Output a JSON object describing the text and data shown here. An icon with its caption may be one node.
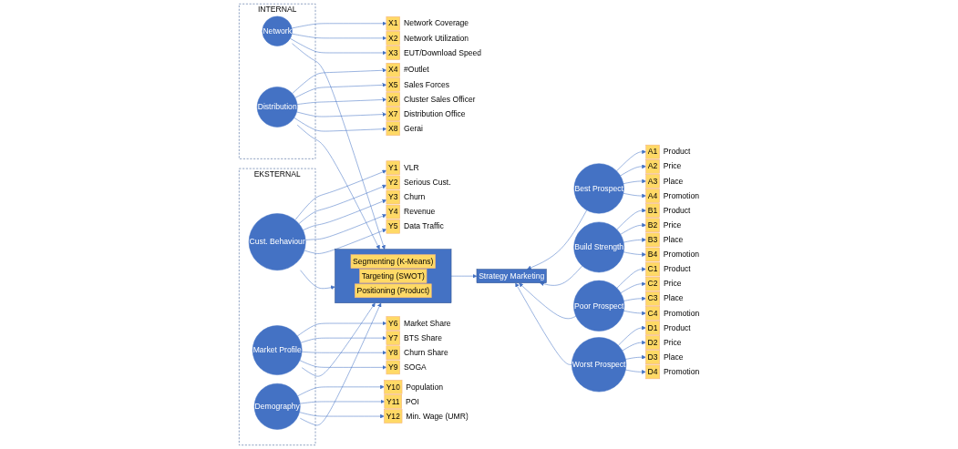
{
  "diagram": {
    "nodes": [
      {
        "text": [
          "X1"
        ],
        "beside": [
          "Network Coverage"
        ]
      },
      {
        "text": [
          "X2"
        ],
        "beside": [
          "Network Utilization"
        ]
      },
      {
        "text": [
          "X3"
        ],
        "beside": [
          "EUT/Download Speed"
        ]
      },
      {
        "text": [
          "X4"
        ],
        "beside": [
          "#Outlet"
        ]
      },
      {
        "text": [
          "X5"
        ],
        "beside": [
          "Sales Forces"
        ]
      },
      {
        "text": [
          "X6"
        ],
        "beside": [
          "Cluster Sales Officer"
        ]
      },
      {
        "text": [
          "X7"
        ],
        "beside": [
          "Distribution Office"
        ]
      },
      {
        "text": [
          "X8"
        ],
        "beside": [
          "Gerai"
        ]
      },
      {
        "text": [
          "Y1"
        ],
        "beside": [
          "VLR"
        ]
      },
      {
        "text": [
          "Y2"
        ],
        "beside": [
          "Serious Cust."
        ]
      },
      {
        "text": [
          "Y3"
        ],
        "beside": [
          "Churn"
        ]
      },
      {
        "text": [
          "Y4"
        ],
        "beside": [
          "Revenue"
        ]
      },
      {
        "text": [
          "Y5"
        ],
        "beside": [
          "Data Traffic"
        ]
      },
      {
        "text": [
          "Y6"
        ],
        "beside": [
          "Market Share"
        ]
      },
      {
        "text": [
          "Y7"
        ],
        "beside": [
          "BTS Share"
        ]
      },
      {
        "text": [
          "Y8"
        ],
        "beside": [
          "Churn Share"
        ]
      },
      {
        "text": [
          "Y9"
        ],
        "beside": [
          "SOGA"
        ]
      },
      {
        "text": [
          "Y10"
        ],
        "beside": [
          "Population"
        ]
      },
      {
        "text": [
          "Y11"
        ],
        "beside": [
          "POI"
        ]
      },
      {
        "text": [
          "Y12"
        ],
        "beside": [
          "Min. Wage (UMR)"
        ]
      },
      {
        "text": [
          "INTERNAL"
        ]
      },
      {
        "text": [
          "Network"
        ],
        "in": 20
      },
      {
        "text": [
          "Distribution"
        ],
        "in": 20
      },
      {
        "text": [
          "EKSTERNAL"
        ]
      },
      {
        "text": [
          "Cust. Behaviour"
        ],
        "in": 23
      },
      {
        "text": [
          "Market Profile"
        ],
        "in": 23
      },
      {
        "text": [
          "Demography"
        ],
        "in": 23
      },
      {
        "text": [],
        "shape": "box"
      },
      {
        "text": [
          "Segmenting (K-Means)"
        ],
        "in": 27
      },
      {
        "text": [
          "Targeting (SWOT)"
        ],
        "in": 27
      },
      {
        "text": [
          "Positioning (Product)"
        ],
        "in": 27
      },
      {
        "text": [
          "Strategy Marketing"
        ]
      },
      {
        "text": [
          "Best Prospect"
        ]
      },
      {
        "text": [
          "Build Strength"
        ]
      },
      {
        "text": [
          "Poor Prospect"
        ]
      },
      {
        "text": [
          "Worst Prospect"
        ]
      },
      {
        "text": [
          "A1"
        ],
        "beside": [
          "Product"
        ]
      },
      {
        "text": [
          "A2"
        ],
        "beside": [
          "Price"
        ]
      },
      {
        "text": [
          "A3"
        ],
        "beside": [
          "Place"
        ]
      },
      {
        "text": [
          "A4"
        ],
        "beside": [
          "Promotion"
        ]
      },
      {
        "text": [
          "B1"
        ],
        "beside": [
          "Product"
        ]
      },
      {
        "text": [
          "B2"
        ],
        "beside": [
          "Price"
        ]
      },
      {
        "text": [
          "B3"
        ],
        "beside": [
          "Place"
        ]
      },
      {
        "text": [
          "B4"
        ],
        "beside": [
          "Promotion"
        ]
      },
      {
        "text": [
          "C1"
        ],
        "beside": [
          "Product"
        ]
      },
      {
        "text": [
          "C2"
        ],
        "beside": [
          "Price"
        ]
      },
      {
        "text": [
          "C3"
        ],
        "beside": [
          "Place"
        ]
      },
      {
        "text": [
          "C4"
        ],
        "beside": [
          "Promotion"
        ]
      },
      {
        "text": [
          "D1"
        ],
        "beside": [
          "Product"
        ]
      },
      {
        "text": [
          "D2"
        ],
        "beside": [
          "Price"
        ]
      },
      {
        "text": [
          "D3"
        ],
        "beside": [
          "Place"
        ]
      },
      {
        "text": [
          "D4"
        ],
        "beside": [
          "Promotion"
        ]
      }
    ],
    "edges": [
      {
        "from": 21,
        "to": 0,
        "arrow": "to"
      },
      {
        "from": 21,
        "to": 1,
        "arrow": "to"
      },
      {
        "from": 21,
        "to": 2,
        "arrow": "to"
      },
      {
        "from": 22,
        "to": 3,
        "arrow": "to"
      },
      {
        "from": 22,
        "to": 4,
        "arrow": "to"
      },
      {
        "from": 22,
        "to": 5,
        "arrow": "to"
      },
      {
        "from": 22,
        "to": 6,
        "arrow": "to"
      },
      {
        "from": 22,
        "to": 7,
        "arrow": "to"
      },
      {
        "from": 24,
        "to": 8,
        "arrow": "to"
      },
      {
        "from": 24,
        "to": 9,
        "arrow": "to"
      },
      {
        "from": 24,
        "to": 10,
        "arrow": "to"
      },
      {
        "from": 24,
        "to": 11,
        "arrow": "to"
      },
      {
        "from": 24,
        "to": 12,
        "arrow": "to"
      },
      {
        "from": 25,
        "to": 13,
        "arrow": "to"
      },
      {
        "from": 25,
        "to": 14,
        "arrow": "to"
      },
      {
        "from": 25,
        "to": 15,
        "arrow": "to"
      },
      {
        "from": 25,
        "to": 16,
        "arrow": "to"
      },
      {
        "from": 26,
        "to": 17,
        "arrow": "to"
      },
      {
        "from": 26,
        "to": 18,
        "arrow": "to"
      },
      {
        "from": 26,
        "to": 19,
        "arrow": "to"
      },
      {
        "from": 21,
        "to": 27,
        "arrow": "to"
      },
      {
        "from": 22,
        "to": 27,
        "arrow": "to"
      },
      {
        "from": 24,
        "to": 27,
        "arrow": "to"
      },
      {
        "from": 25,
        "to": 27,
        "arrow": "to"
      },
      {
        "from": 26,
        "to": 27,
        "arrow": "to"
      },
      {
        "from": 27,
        "to": 31,
        "arrow": "to"
      },
      {
        "from": 32,
        "to": 31,
        "arrow": "to"
      },
      {
        "from": 33,
        "to": 31,
        "arrow": "to"
      },
      {
        "from": 34,
        "to": 31,
        "arrow": "to"
      },
      {
        "from": 35,
        "to": 31,
        "arrow": "to"
      },
      {
        "from": 32,
        "to": 36,
        "arrow": "to"
      },
      {
        "from": 32,
        "to": 37,
        "arrow": "to"
      },
      {
        "from": 32,
        "to": 38,
        "arrow": "to"
      },
      {
        "from": 32,
        "to": 39,
        "arrow": "to"
      },
      {
        "from": 33,
        "to": 40,
        "arrow": "to"
      },
      {
        "from": 33,
        "to": 41,
        "arrow": "to"
      },
      {
        "from": 33,
        "to": 42,
        "arrow": "to"
      },
      {
        "from": 33,
        "to": 43,
        "arrow": "to"
      },
      {
        "from": 34,
        "to": 44,
        "arrow": "to"
      },
      {
        "from": 34,
        "to": 45,
        "arrow": "to"
      },
      {
        "from": 34,
        "to": 46,
        "arrow": "to"
      },
      {
        "from": 34,
        "to": 47,
        "arrow": "to"
      },
      {
        "from": 35,
        "to": 48,
        "arrow": "to"
      },
      {
        "from": 35,
        "to": 49,
        "arrow": "to"
      },
      {
        "from": 35,
        "to": 50,
        "arrow": "to"
      },
      {
        "from": 35,
        "to": 51,
        "arrow": "to"
      }
    ]
  }
}
